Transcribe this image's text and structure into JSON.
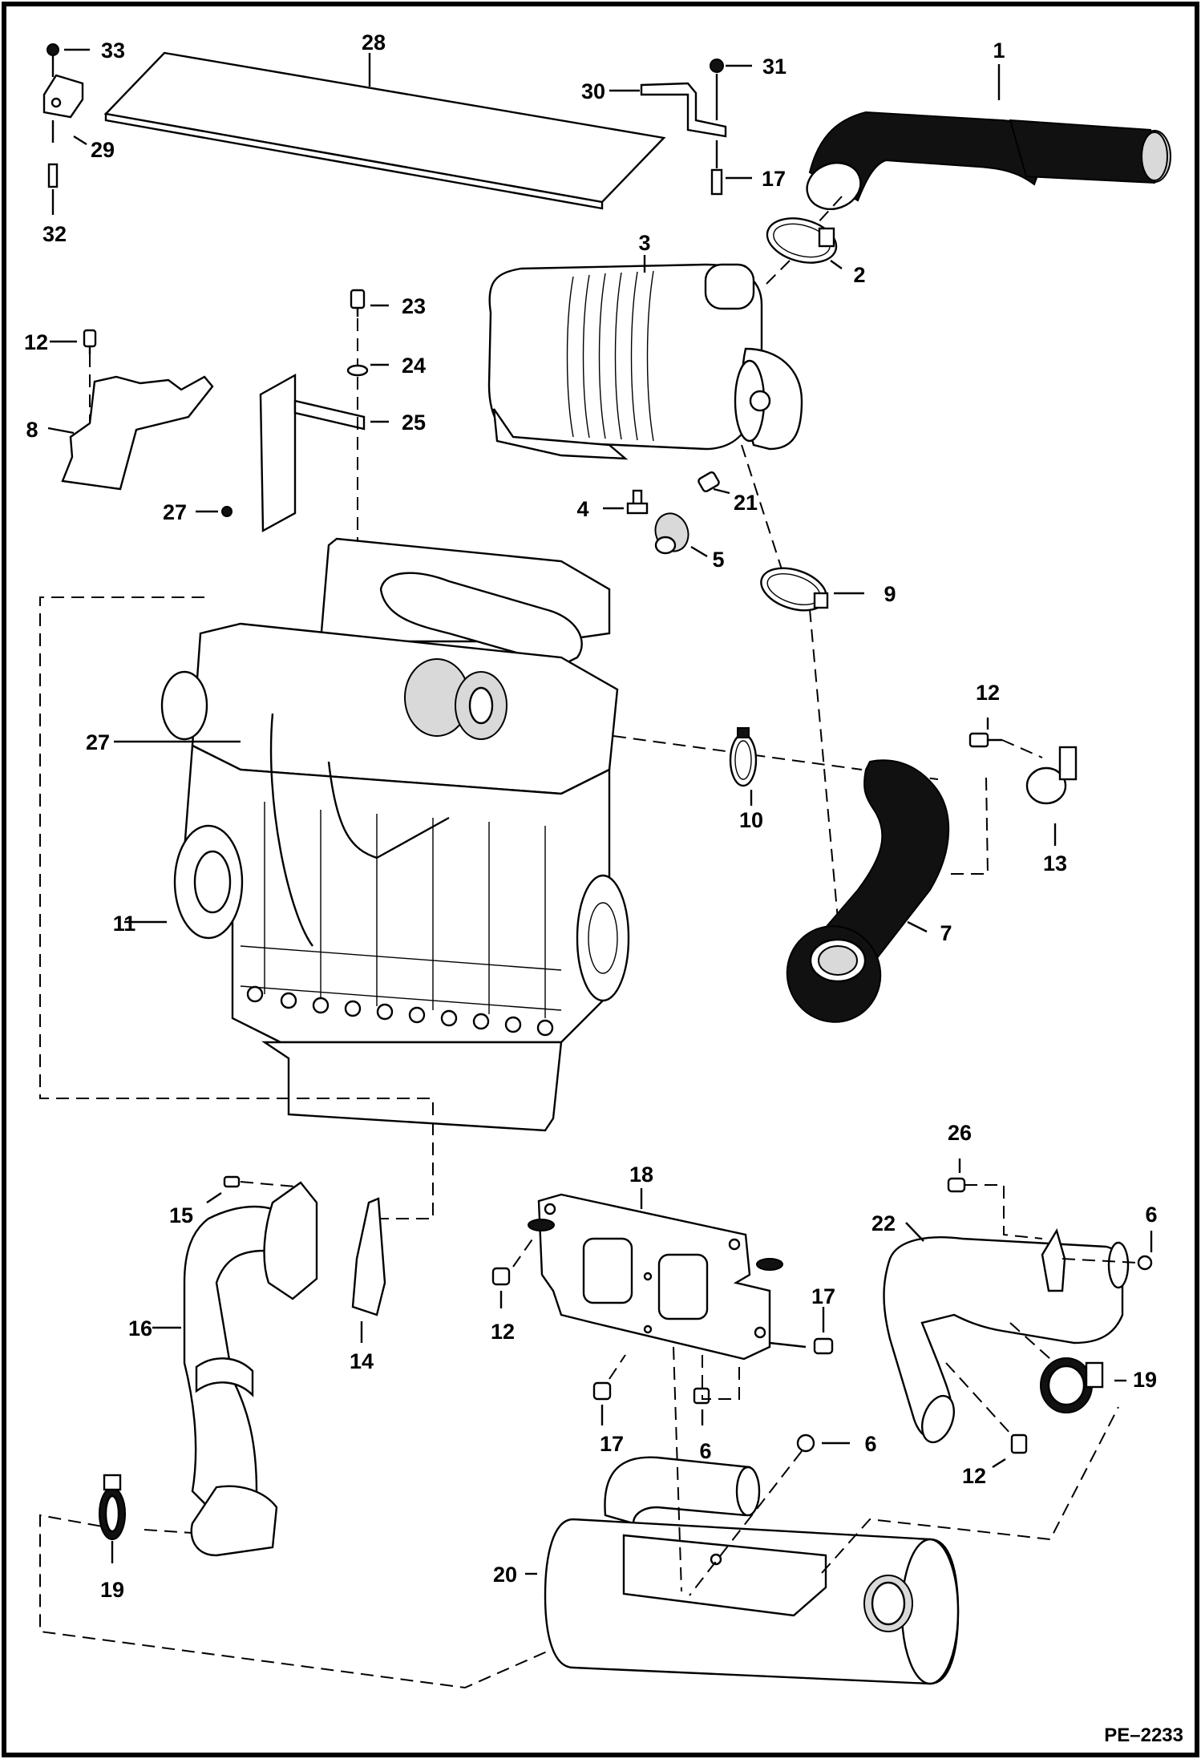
{
  "diagram": {
    "drawing_code": "PE–2233",
    "callouts": [
      {
        "id": "c1",
        "text": "1"
      },
      {
        "id": "c2",
        "text": "2"
      },
      {
        "id": "c3",
        "text": "3"
      },
      {
        "id": "c4",
        "text": "4"
      },
      {
        "id": "c5",
        "text": "5"
      },
      {
        "id": "c6a",
        "text": "6"
      },
      {
        "id": "c6b",
        "text": "6"
      },
      {
        "id": "c6c",
        "text": "6"
      },
      {
        "id": "c7",
        "text": "7"
      },
      {
        "id": "c8",
        "text": "8"
      },
      {
        "id": "c9",
        "text": "9"
      },
      {
        "id": "c10",
        "text": "10"
      },
      {
        "id": "c11",
        "text": "11"
      },
      {
        "id": "c12a",
        "text": "12"
      },
      {
        "id": "c12b",
        "text": "12"
      },
      {
        "id": "c12c",
        "text": "12"
      },
      {
        "id": "c12d",
        "text": "12"
      },
      {
        "id": "c13",
        "text": "13"
      },
      {
        "id": "c14",
        "text": "14"
      },
      {
        "id": "c15",
        "text": "15"
      },
      {
        "id": "c16",
        "text": "16"
      },
      {
        "id": "c17a",
        "text": "17"
      },
      {
        "id": "c17b",
        "text": "17"
      },
      {
        "id": "c17c",
        "text": "17"
      },
      {
        "id": "c18",
        "text": "18"
      },
      {
        "id": "c19a",
        "text": "19"
      },
      {
        "id": "c19b",
        "text": "19"
      },
      {
        "id": "c20",
        "text": "20"
      },
      {
        "id": "c21",
        "text": "21"
      },
      {
        "id": "c22",
        "text": "22"
      },
      {
        "id": "c23",
        "text": "23"
      },
      {
        "id": "c24",
        "text": "24"
      },
      {
        "id": "c25",
        "text": "25"
      },
      {
        "id": "c26",
        "text": "26"
      },
      {
        "id": "c27a",
        "text": "27"
      },
      {
        "id": "c27b",
        "text": "27"
      },
      {
        "id": "c28",
        "text": "28"
      },
      {
        "id": "c29",
        "text": "29"
      },
      {
        "id": "c30",
        "text": "30"
      },
      {
        "id": "c31",
        "text": "31"
      },
      {
        "id": "c32",
        "text": "32"
      },
      {
        "id": "c33",
        "text": "33"
      }
    ]
  }
}
